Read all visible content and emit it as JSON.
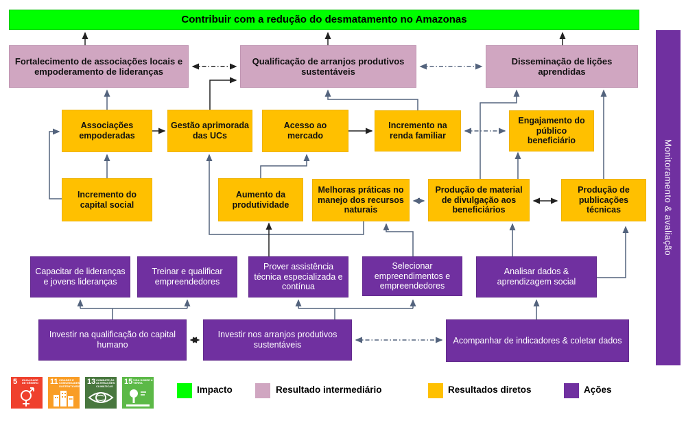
{
  "impact": {
    "label": "Contribuir  com a redução do desmatamento no Amazonas"
  },
  "intermediate": {
    "p1": {
      "label": "Fortalecimento de associações locais e empoderamento de lideranças"
    },
    "p2": {
      "label": "Qualificação de arranjos produtivos sustentáveis"
    },
    "p3": {
      "label": "Disseminação de lições aprendidas"
    }
  },
  "direct": {
    "o1": {
      "label": "Associações empoderadas"
    },
    "o2": {
      "label": "Gestão aprimorada das UCs"
    },
    "o3": {
      "label": "Acesso ao mercado"
    },
    "o4": {
      "label": "Incremento na renda familiar"
    },
    "o5": {
      "label": "Engajamento do público beneficiário"
    },
    "o6": {
      "label": "Incremento do capital social"
    },
    "o7": {
      "label": "Aumento da produtividade"
    },
    "o8": {
      "label": "Melhoras práticas no manejo dos recursos naturais"
    },
    "o9": {
      "label": "Produção de material de divulgação aos beneficiários"
    },
    "o10": {
      "label": "Produção de publicações técnicas"
    }
  },
  "actions": {
    "a1": {
      "label": "Capacitar de lideranças e jovens lideranças"
    },
    "a2": {
      "label": "Treinar e qualificar empreendedores"
    },
    "a3": {
      "label": "Prover assistência técnica especializada e contínua"
    },
    "a4": {
      "label": "Selecionar empreendimentos e empreendedores"
    },
    "a5": {
      "label": "Analisar dados & aprendizagem social"
    },
    "b1": {
      "label": "Investir na qualificação do capital humano"
    },
    "b2": {
      "label": "Investir nos arranjos produtivos sustentáveis"
    },
    "b3": {
      "label": "Acompanhar de indicadores & coletar dados"
    }
  },
  "monitoring_bar": {
    "label": "Monitoramento & avaliação",
    "color": "#7030a0"
  },
  "legend": {
    "items": [
      {
        "label": "Impacto",
        "color": "#00ff00"
      },
      {
        "label": "Resultado intermediário",
        "color": "#d0a6c1"
      },
      {
        "label": "Resultados diretos",
        "color": "#ffc000"
      },
      {
        "label": "Ações",
        "color": "#7030a0"
      }
    ]
  },
  "sdg": {
    "items": [
      {
        "num": "5",
        "label": "IGUALDADE DE GÊNERO",
        "color": "#ef402d"
      },
      {
        "num": "11",
        "label": "CIDADES E COMUNIDADES SUSTENTÁVEIS",
        "color": "#f99d26"
      },
      {
        "num": "13",
        "label": "COMBATE ÀS ALTERAÇÕES CLIMÁTICAS",
        "color": "#48773e"
      },
      {
        "num": "15",
        "label": "VIDA SOBRE A TERRA",
        "color": "#5cb947"
      }
    ]
  }
}
